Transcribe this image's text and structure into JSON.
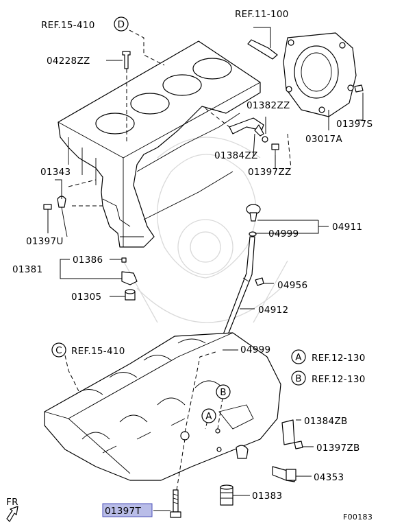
{
  "labels": {
    "ref_15_410_top": "REF.15-410",
    "callout_d": "D",
    "ref_11_100": "REF.11-100",
    "p04228ZZ": "04228ZZ",
    "p01382ZZ": "01382ZZ",
    "p01397S": "01397S",
    "p03017A": "03017A",
    "p01384ZZ": "01384ZZ",
    "p01397ZZ": "01397ZZ",
    "p01343": "01343",
    "p01397U": "01397U",
    "p04911": "04911",
    "p04999_top": "04999",
    "p01381": "01381",
    "p01386": "01386",
    "p04956": "04956",
    "p01305": "01305",
    "p04912": "04912",
    "callout_c": "C",
    "ref_15_410_bottom": "REF.15-410",
    "p04999_bottom": "04999",
    "callout_a_legend": "A",
    "ref_12_130_a": "REF.12-130",
    "callout_b_legend": "B",
    "ref_12_130_b": "REF.12-130",
    "callout_b_part": "B",
    "callout_a_part": "A",
    "p01384ZB": "01384ZB",
    "p01397ZB": "01397ZB",
    "p04353": "04353",
    "p01383": "01383",
    "p01397T": "01397T",
    "fr": "FR",
    "figure_code": "F00183"
  },
  "highlight": {
    "part": "01397T",
    "fill_color": "#b9bde8",
    "border_color": "#4b4fb8"
  }
}
